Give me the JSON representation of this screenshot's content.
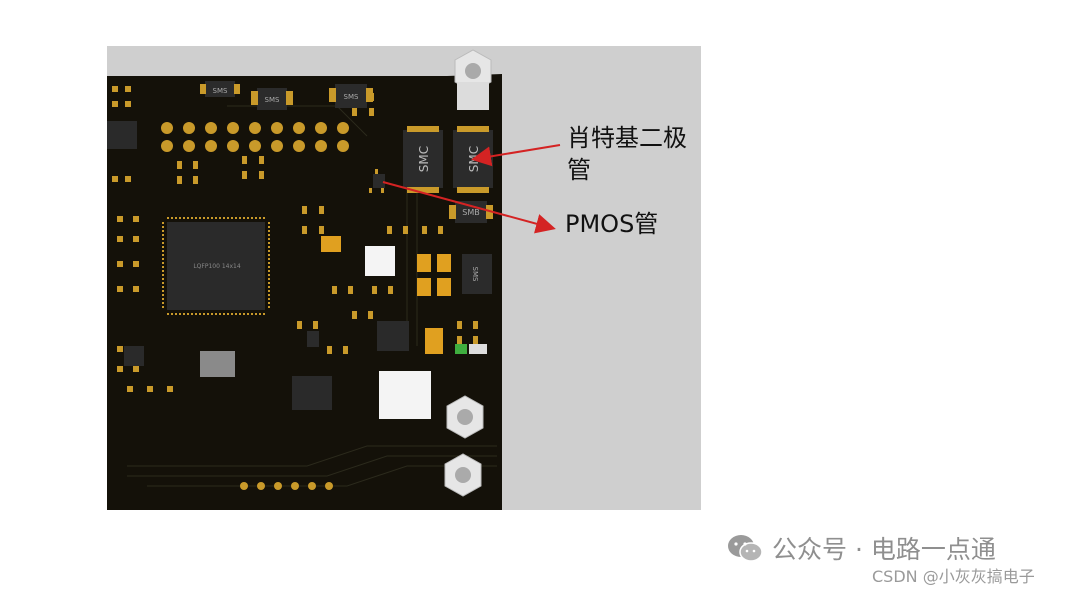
{
  "annotations": {
    "schottky_label": "肖特基二极管",
    "pmos_label": "PMOS管"
  },
  "components": {
    "qfp_chip": "LQFP100 14x14",
    "smc_top_left": "SMC",
    "smc_top_right": "SMC",
    "smb_mid": "SMB",
    "sms_1": "SMS",
    "sms_2": "SMS",
    "sms_3": "SMS",
    "sms_4": "SMS"
  },
  "watermark": {
    "channel": "公众号 · 电路一点通",
    "source": "CSDN @小灰灰搞电子"
  },
  "colors": {
    "board_background": "#cfcfcf",
    "pcb_black": "#141109",
    "pad_gold": "#c99a2a",
    "arrow_red": "#d42323",
    "watermark_gray": "#8f8f8f"
  }
}
